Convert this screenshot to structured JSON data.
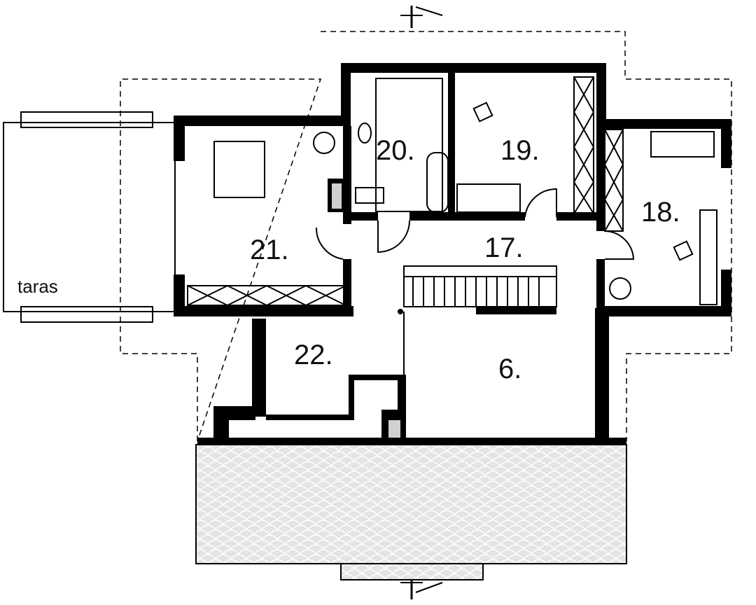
{
  "rooms": {
    "r17": "17.",
    "r18": "18.",
    "r19": "19.",
    "r20": "20.",
    "r21": "21.",
    "r22": "22.",
    "r6": "6.",
    "terrace": "taras"
  },
  "colors": {
    "wall": "#000000",
    "roof": "#e2e2e2",
    "fixture": "#d0d0d0"
  }
}
